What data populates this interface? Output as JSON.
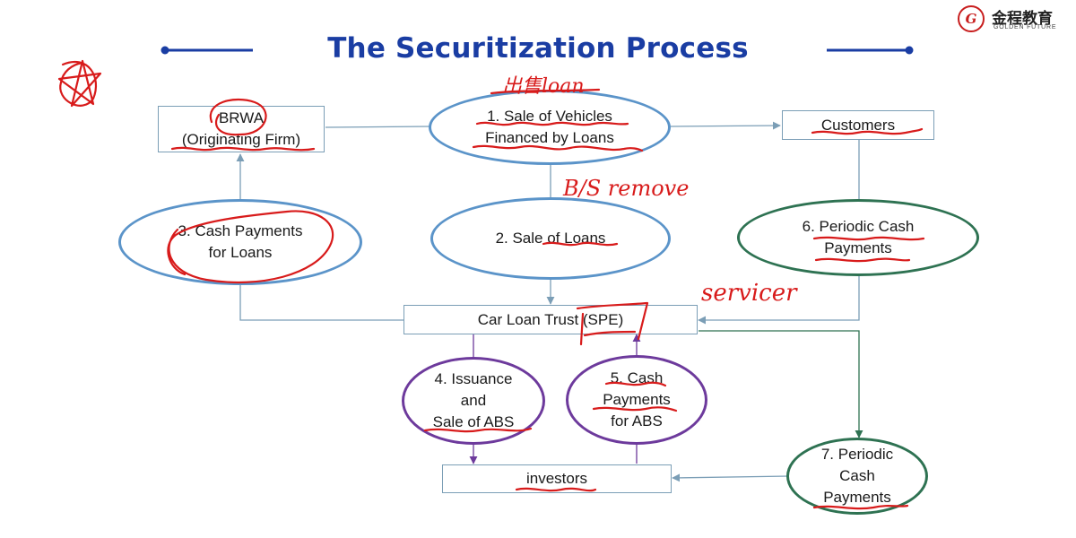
{
  "slide": {
    "title": "The Securitization Process"
  },
  "logo": {
    "mark": "G",
    "name_cn": "金程教育",
    "name_en": "GOLDEN FUTURE"
  },
  "nodes": {
    "brwa": "BRWA\n(Originating Firm)",
    "sale_vehicles": "1. Sale of Vehicles\nFinanced by Loans",
    "customers": "Customers",
    "cash_loans": "3. Cash Payments\nfor Loans",
    "sale_loans": "2. Sale of Loans",
    "periodic_6": "6. Periodic Cash\nPayments",
    "trust": "Car Loan Trust (SPE)",
    "issuance": "4. Issuance\nand\nSale of ABS",
    "cash_abs": "5. Cash\nPayments\nfor ABS",
    "investors": "investors",
    "periodic_7": "7. Periodic\nCash\nPayments"
  },
  "annotations": {
    "loan_note": "出售loan",
    "bs_note": "B/S remove",
    "servicer_note": "servicer"
  },
  "colors": {
    "title": "#1a3da3",
    "blue_oval": "#5b94c9",
    "green_oval": "#2e7252",
    "purple_oval": "#6d3a9c",
    "box_border": "#7b9eb6",
    "ink": "#d81b1b"
  }
}
